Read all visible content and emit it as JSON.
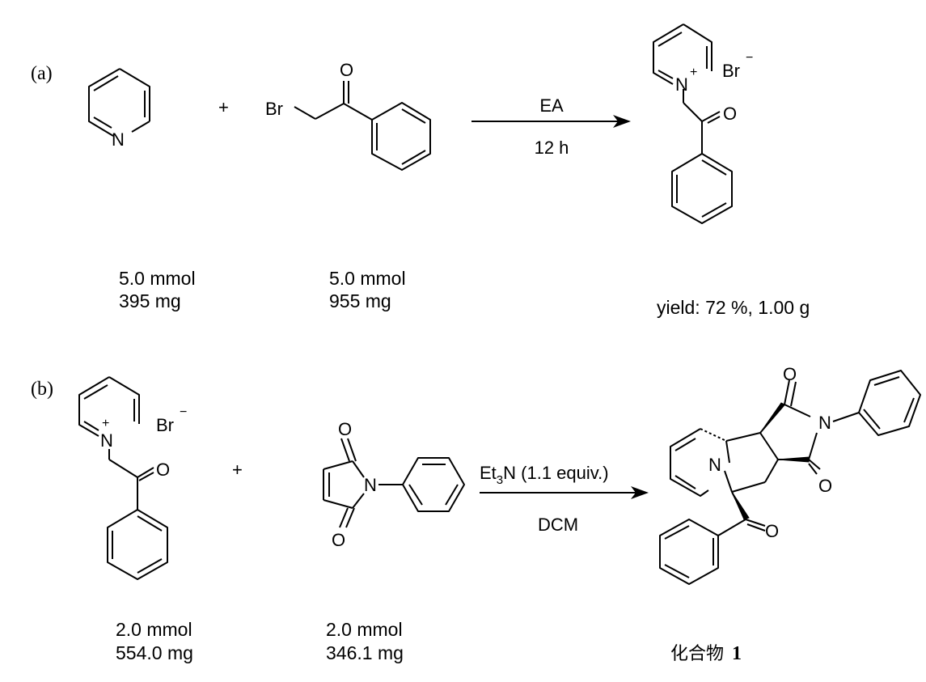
{
  "scheme_a": {
    "label": "(a)",
    "plus": "+",
    "condition_above": "EA",
    "condition_below": "12 h",
    "reactant1": {
      "amount_mmol": "5.0 mmol",
      "mass": "395 mg"
    },
    "reactant2": {
      "amount_mmol": "5.0 mmol",
      "mass": "955 mg"
    },
    "product": {
      "yield": "yield: 72 %, 1.00 g"
    }
  },
  "scheme_b": {
    "label": "(b)",
    "plus": "+",
    "condition_above_main": "Et",
    "condition_above_sub": "3",
    "condition_above_rest": "N (1.1 equiv.)",
    "condition_below": "DCM",
    "reactant1": {
      "amount_mmol": "2.0 mmol",
      "mass": "554.0 mg"
    },
    "reactant2": {
      "amount_mmol": "2.0 mmol",
      "mass": "346.1 mg"
    },
    "product": {
      "name_cn": "化合物",
      "number": "1"
    }
  },
  "atoms": {
    "N": "N",
    "O": "O",
    "Br": "Br",
    "plus_charge": "+",
    "minus_charge": "−"
  }
}
